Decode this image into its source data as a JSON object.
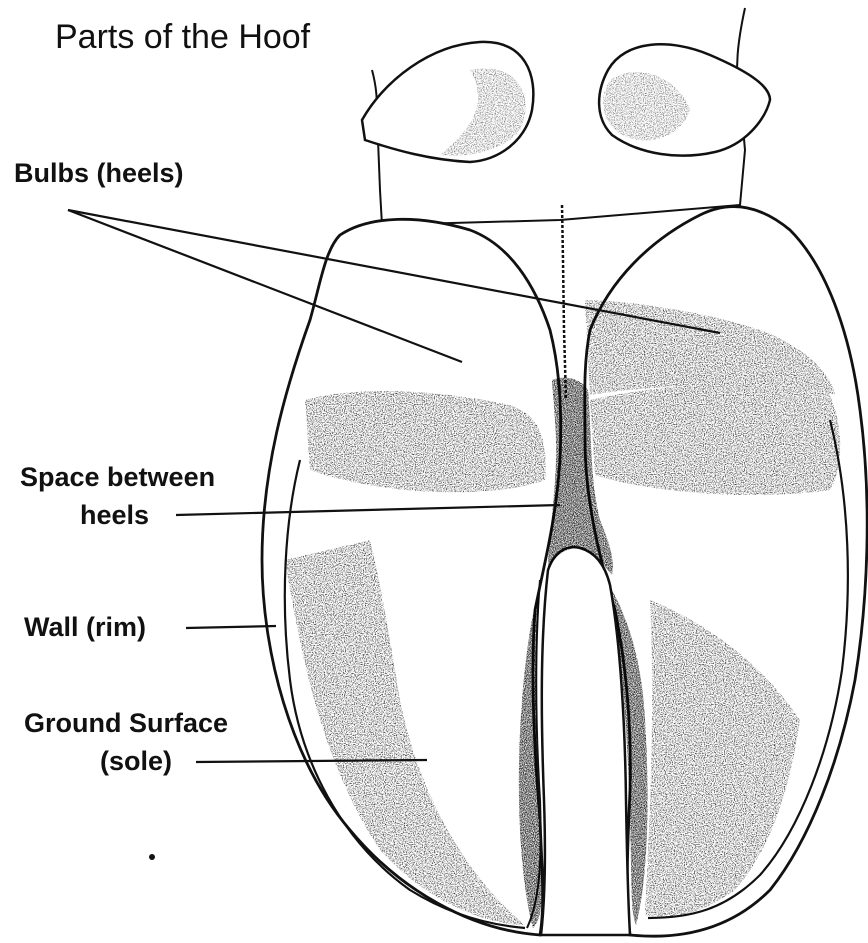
{
  "title": "Parts of the Hoof",
  "labels": {
    "bulbs": "Bulbs (heels)",
    "space_line1": "Space between",
    "space_line2": "heels",
    "wall": "Wall (rim)",
    "ground_line1": "Ground Surface",
    "ground_line2": "(sole)"
  },
  "colors": {
    "ink": "#111111",
    "paper": "#ffffff"
  }
}
